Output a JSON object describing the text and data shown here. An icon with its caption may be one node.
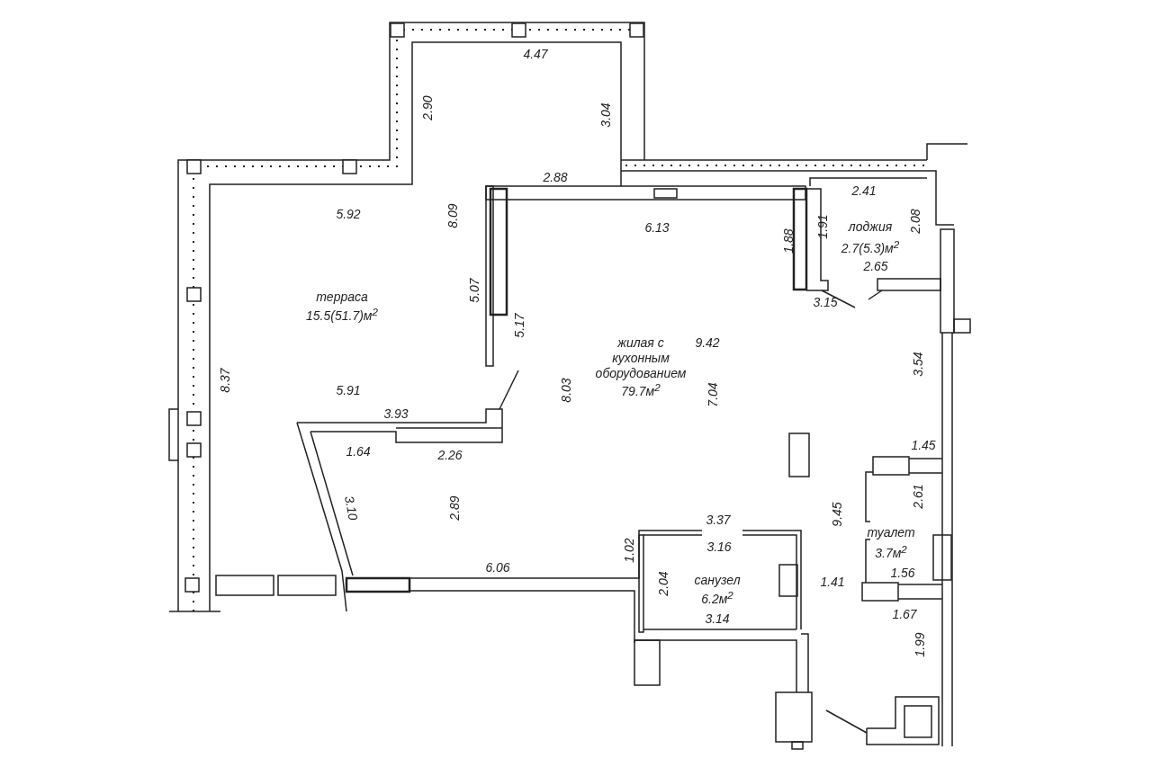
{
  "diagram": {
    "labels": [
      "4.47",
      "2.90",
      "3.04",
      "2.88",
      "2.41",
      "5.92",
      "8.09",
      "6.13",
      "1.88",
      "1.91",
      "лоджия",
      "2.7(5.3)м$^{2}$",
      "2.08",
      "2.65",
      "5.07",
      "терраса",
      "15.5(51.7)м$^{2}$",
      "3.15",
      "5.17",
      "жилая с кухонным оборудованием",
      "79.7м$^{2}$",
      "9.42",
      "8.37",
      "5.91",
      "8.03",
      "7.04",
      "3.54",
      "3.93",
      "1.64",
      "2.26",
      "1.45",
      "3.10",
      "2.89",
      "2.61",
      "9.45",
      "3.37",
      "3.16",
      "туалет",
      "3.7м$^{2}$",
      "1.02",
      "6.06",
      "2.04",
      "санузел",
      "6.2м$^{2}$",
      "1.41",
      "1.56",
      "3.14",
      "1.67",
      "1.99"
    ]
  }
}
